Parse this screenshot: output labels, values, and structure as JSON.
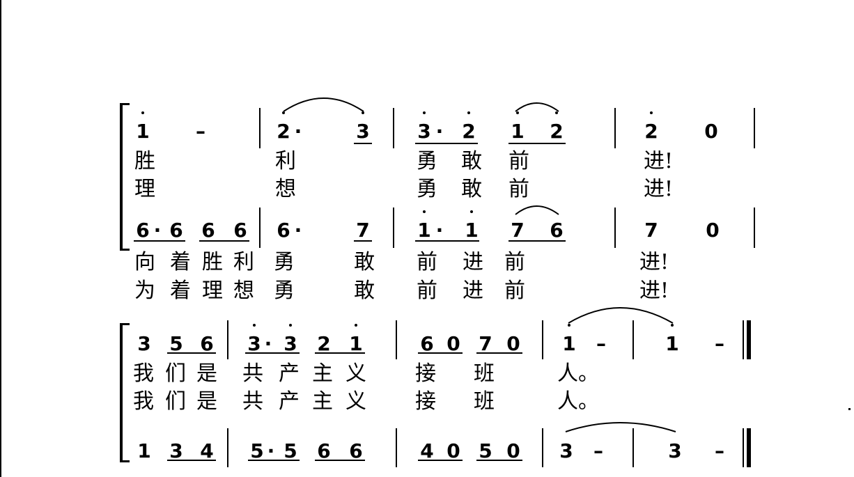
{
  "symbols": {
    "rest": "0",
    "dash": "–",
    "aug_dot": "·"
  },
  "sys1": {
    "upper": {
      "notes": [
        "1",
        "2",
        "3",
        "3",
        "2",
        "1",
        "2"
      ],
      "lyrics1": [
        "胜",
        "利",
        "勇",
        "敢",
        "前",
        "进!"
      ],
      "lyrics2": [
        "理",
        "想",
        "勇",
        "敢",
        "前",
        "进!"
      ]
    },
    "lower": {
      "notes": [
        "6",
        "6",
        "6",
        "6",
        "6",
        "7",
        "1",
        "1",
        "7",
        "6",
        "7"
      ],
      "lyrics1": [
        "向",
        "着",
        "胜",
        "利",
        "勇",
        "敢",
        "前",
        "进",
        "前",
        "进!"
      ],
      "lyrics2": [
        "为",
        "着",
        "理",
        "想",
        "勇",
        "敢",
        "前",
        "进",
        "前",
        "进!"
      ]
    }
  },
  "sys2": {
    "upper": {
      "notes": [
        "3",
        "5",
        "6",
        "3",
        "3",
        "2",
        "1",
        "6",
        "7",
        "1",
        "1"
      ],
      "lyrics1": [
        "我",
        "们",
        "是",
        "共",
        "产",
        "主",
        "义",
        "接",
        "班",
        "人。"
      ],
      "lyrics2": [
        "我",
        "们",
        "是",
        "共",
        "产",
        "主",
        "义",
        "接",
        "班",
        "人。"
      ]
    },
    "lower": {
      "notes": [
        "1",
        "3",
        "4",
        "5",
        "5",
        "6",
        "6",
        "4",
        "5",
        "3",
        "3"
      ]
    }
  }
}
